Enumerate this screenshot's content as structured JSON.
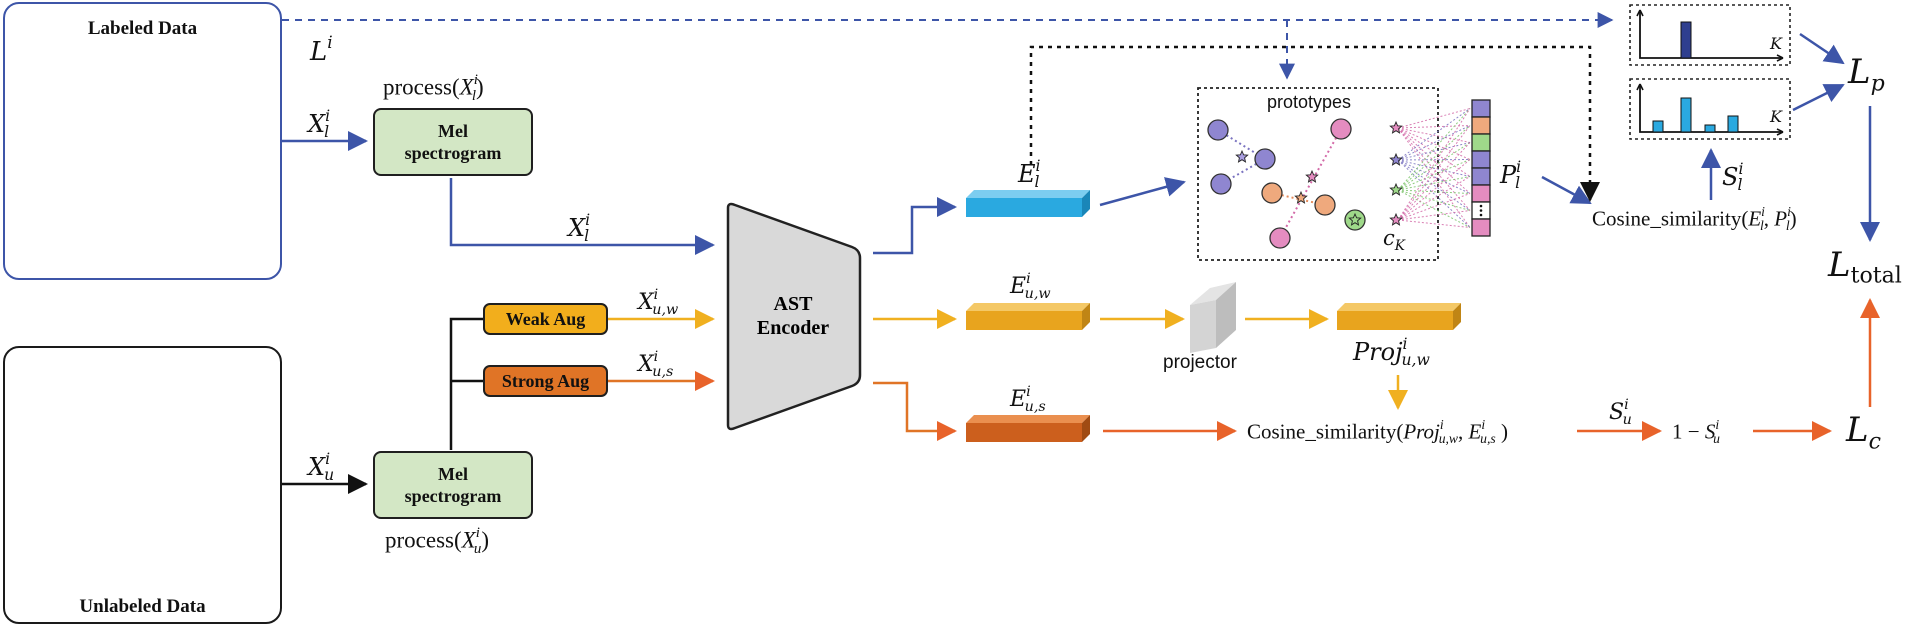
{
  "panels": {
    "labeled_title": "Labeled Data",
    "unlabeled_title": "Unlabeled Data"
  },
  "blocks": {
    "mel_top": "Mel\nspectrogram",
    "mel_bottom": "Mel\nspectrogram",
    "weak_aug": "Weak Aug",
    "strong_aug": "Strong Aug",
    "encoder": "AST\nEncoder",
    "projector": "projector",
    "prototypes": "prototypes"
  },
  "labels": {
    "L_i": {
      "base": "L",
      "sup": "i"
    },
    "X_l_in": {
      "base": "X",
      "sup": "i",
      "sub": "l"
    },
    "X_l_mid": {
      "base": "X",
      "sup": "i",
      "sub": "l"
    },
    "X_u_in": {
      "base": "X",
      "sup": "i",
      "sub": "u"
    },
    "X_uw": {
      "base": "X",
      "sup": "i",
      "sub": "u,w"
    },
    "X_us": {
      "base": "X",
      "sup": "i",
      "sub": "u,s"
    },
    "process_l": {
      "pre": "process(",
      "base": "X",
      "sup": "i",
      "sub": "l",
      "post": ")"
    },
    "process_u": {
      "pre": "process(",
      "base": "X",
      "sup": "i",
      "sub": "u",
      "post": ")"
    },
    "E_l": {
      "base": "E",
      "sup": "i",
      "sub": "l"
    },
    "E_uw": {
      "base": "E",
      "sup": "i",
      "sub": "u,w"
    },
    "E_us": {
      "base": "E",
      "sup": "i",
      "sub": "u,s"
    },
    "Proj_uw": {
      "base": "Proj",
      "sup": "i",
      "sub": "u,w"
    },
    "P_l": {
      "base": "P",
      "sup": "i",
      "sub": "l"
    },
    "S_l": {
      "base": "S",
      "sup": "i",
      "sub": "l"
    },
    "S_u": {
      "base": "S",
      "sup": "i",
      "sub": "u"
    },
    "c_K": {
      "base": "c",
      "sub": "K"
    },
    "cos_top": "Cosine_similarity(",
    "cos_bottom": "Cosine_similarity(",
    "one_minus": "1 − ",
    "L_p": {
      "base": "L",
      "sub": "p"
    },
    "L_total": {
      "base": "L",
      "sub": "total"
    },
    "L_c": {
      "base": "L",
      "sub": "c"
    },
    "hist_axis": "K"
  },
  "colors": {
    "blue": "#3d55a8",
    "orange_weak": "#f0b020",
    "orange_strong": "#e07426",
    "red_orange": "#e8632a",
    "mel_green": "#d3e7c5",
    "cyan": "#2aa9e0",
    "encoder_gray": "#d9d9d9"
  }
}
